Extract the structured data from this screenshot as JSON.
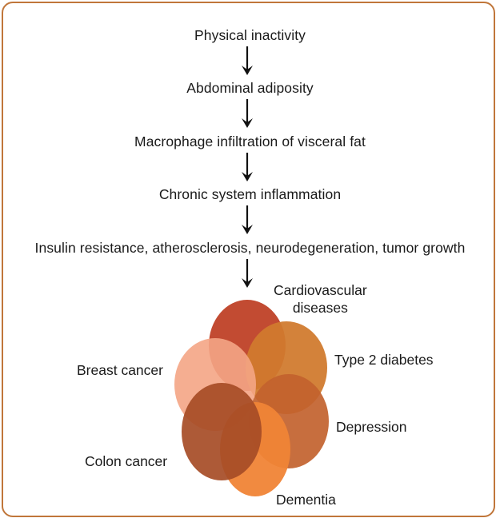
{
  "steps": [
    "Physical inactivity",
    "Abdominal adiposity",
    "Macrophage infiltration of visceral fat",
    "Chronic system inflammation",
    "Insulin resistance, atherosclerosis, neurodegeneration, tumor growth"
  ],
  "diseases": {
    "cardiovascular": "Cardiovascular\ndiseases",
    "diabetes": "Type 2 diabetes",
    "breast": "Breast cancer",
    "depression": "Depression",
    "colon": "Colon cancer",
    "dementia": "Dementia"
  },
  "colors": {
    "border": "#c0763a",
    "cardiovascular": "#c0442a",
    "diabetes": "#d07a2e",
    "breast": "#f4a585",
    "depression": "#c2622e",
    "colon": "#a64c26",
    "dementia": "#f08436"
  }
}
